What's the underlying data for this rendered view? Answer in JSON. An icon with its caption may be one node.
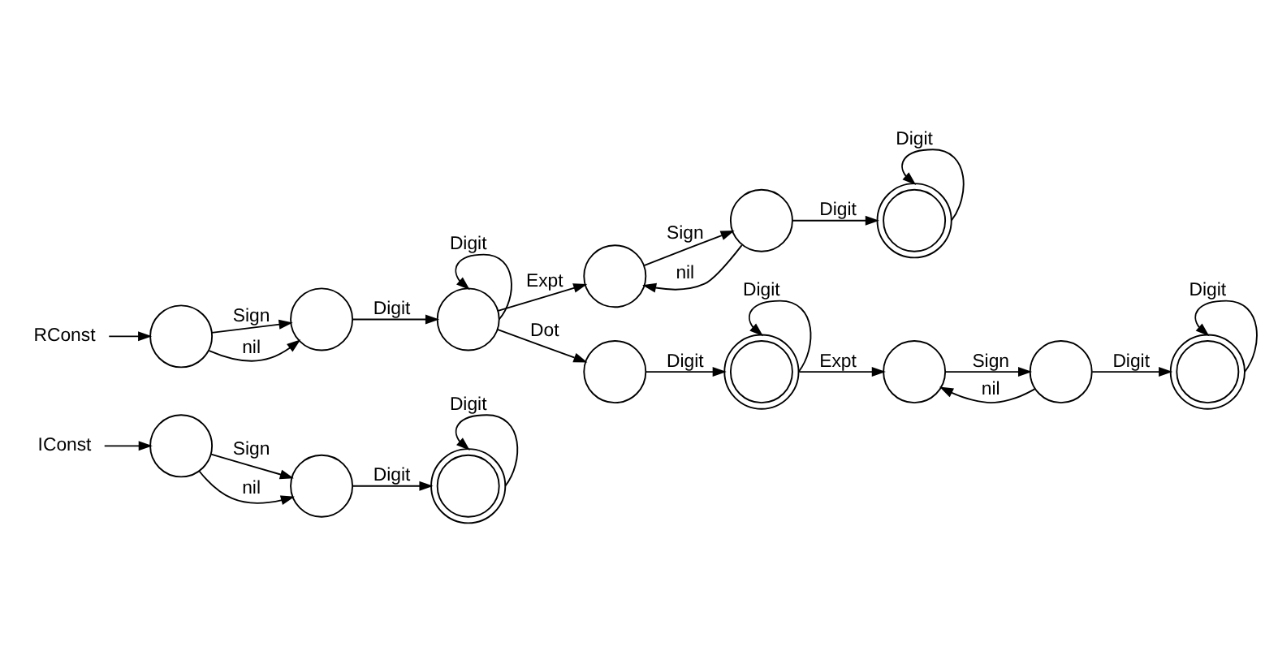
{
  "diagram": {
    "nodes": [
      {
        "text": [
          "IConst"
        ]
      },
      {
        "text": [],
        "shape": "circle"
      },
      {
        "text": [],
        "shape": "circle"
      },
      {
        "text": [],
        "shape": "doublecircle"
      },
      {
        "text": [
          "RConst"
        ]
      },
      {
        "text": [],
        "shape": "circle"
      },
      {
        "text": [],
        "shape": "circle"
      },
      {
        "text": [],
        "shape": "circle"
      },
      {
        "text": [],
        "shape": "circle"
      },
      {
        "text": [],
        "shape": "circle"
      },
      {
        "text": [],
        "shape": "doublecircle"
      },
      {
        "text": [],
        "shape": "circle"
      },
      {
        "text": [],
        "shape": "doublecircle"
      },
      {
        "text": [],
        "shape": "circle"
      },
      {
        "text": [],
        "shape": "circle"
      },
      {
        "text": [],
        "shape": "doublecircle"
      }
    ],
    "edges": [
      {
        "from": 0,
        "to": 1,
        "arrow": "to"
      },
      {
        "from": 1,
        "to": 2,
        "arrow": "to",
        "label": "Sign"
      },
      {
        "from": 1,
        "to": 2,
        "arrow": "to",
        "label": "nil"
      },
      {
        "from": 2,
        "to": 3,
        "arrow": "to",
        "label": "Digit"
      },
      {
        "from": 3,
        "to": 3,
        "arrow": "to",
        "label": "Digit"
      },
      {
        "from": 4,
        "to": 5,
        "arrow": "to"
      },
      {
        "from": 5,
        "to": 6,
        "arrow": "to",
        "label": "Sign"
      },
      {
        "from": 5,
        "to": 6,
        "arrow": "to",
        "label": "nil"
      },
      {
        "from": 6,
        "to": 7,
        "arrow": "to",
        "label": "Digit"
      },
      {
        "from": 7,
        "to": 7,
        "arrow": "to",
        "label": "Digit"
      },
      {
        "from": 7,
        "to": 8,
        "arrow": "to",
        "label": "Expt"
      },
      {
        "from": 8,
        "to": 9,
        "arrow": "to",
        "label": "Sign"
      },
      {
        "from": 9,
        "to": 8,
        "arrow": "to",
        "label": "nil"
      },
      {
        "from": 9,
        "to": 10,
        "arrow": "to",
        "label": "Digit"
      },
      {
        "from": 10,
        "to": 10,
        "arrow": "to",
        "label": "Digit"
      },
      {
        "from": 7,
        "to": 11,
        "arrow": "to",
        "label": "Dot"
      },
      {
        "from": 11,
        "to": 12,
        "arrow": "to",
        "label": "Digit"
      },
      {
        "from": 12,
        "to": 12,
        "arrow": "to",
        "label": "Digit"
      },
      {
        "from": 12,
        "to": 13,
        "arrow": "to",
        "label": "Expt"
      },
      {
        "from": 13,
        "to": 14,
        "arrow": "to",
        "label": "Sign"
      },
      {
        "from": 14,
        "to": 13,
        "arrow": "to",
        "label": "nil"
      },
      {
        "from": 14,
        "to": 15,
        "arrow": "to",
        "label": "Digit"
      },
      {
        "from": 15,
        "to": 15,
        "arrow": "to",
        "label": "Digit"
      }
    ]
  }
}
